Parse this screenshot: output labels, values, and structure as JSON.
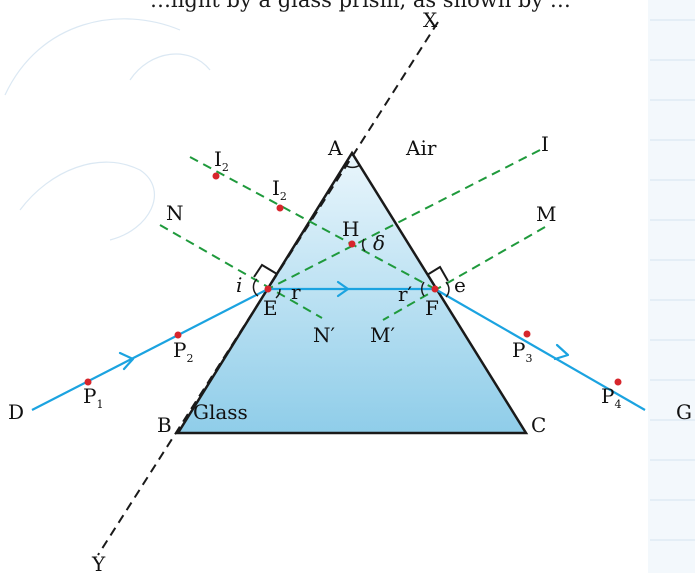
{
  "header_text": "…light by a glass prism, as shown by …",
  "labels": {
    "X": "X",
    "Y": "Y",
    "A": "A",
    "B": "B",
    "C": "C",
    "D": "D",
    "G": "G",
    "E": "E",
    "F": "F",
    "H": "H",
    "N": "N",
    "N_prime": "N′",
    "M": "M",
    "M_prime": "M′",
    "I": "I",
    "I2_letter": "I",
    "I2_sub": "2",
    "P": "P",
    "P1_sub": "1",
    "P2_sub": "2",
    "P3_sub": "3",
    "P4_sub": "4",
    "i": "i",
    "r": "r",
    "r_prime": "r′",
    "e": "e",
    "delta": "δ",
    "air": "Air",
    "glass": "Glass"
  },
  "colors": {
    "ray": "#1ba3e0",
    "normal": "#1f9a3c",
    "point": "#d7262c",
    "prism_top": "#eaf6fc",
    "prism_bottom": "#8fcde9",
    "outline": "#1a1a1a"
  }
}
